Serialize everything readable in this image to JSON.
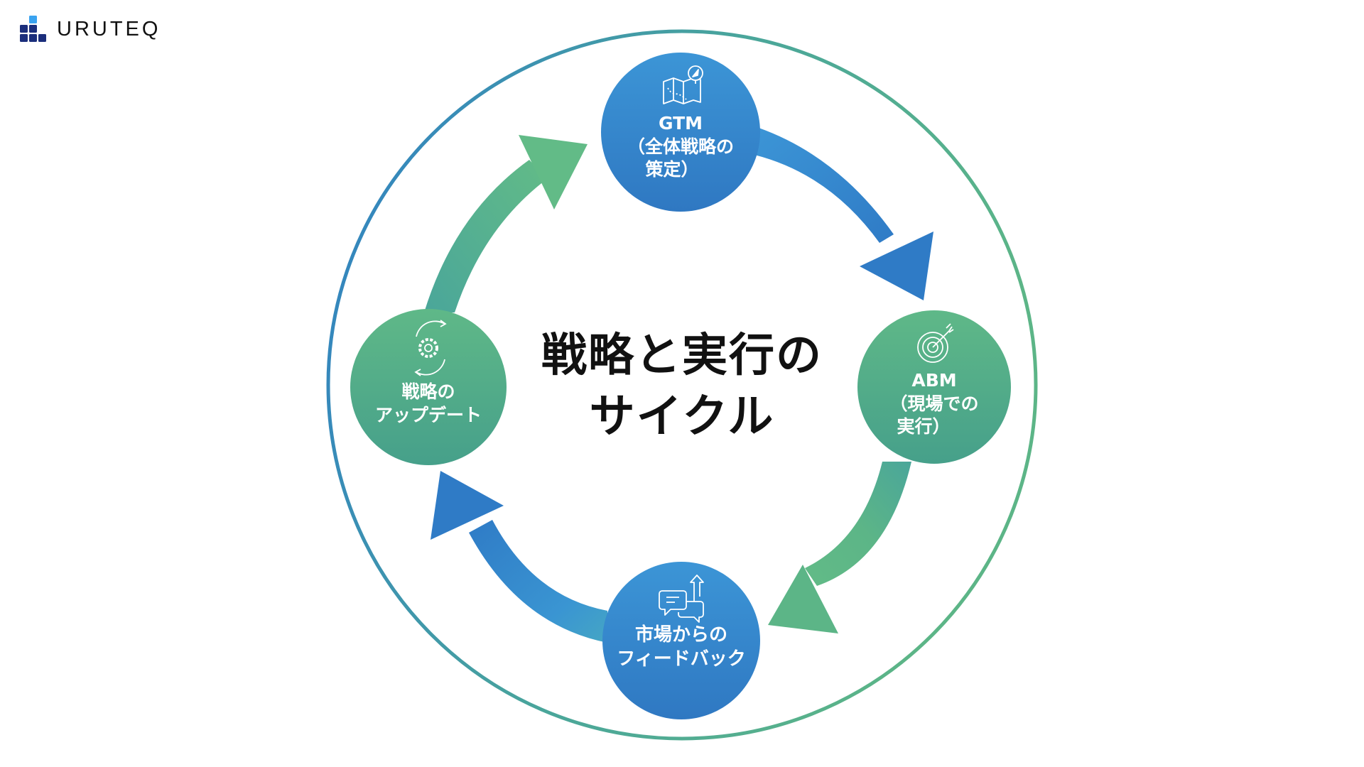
{
  "brand": {
    "name": "URUTEQ",
    "logo_icon": "stacked-blocks-logo-icon",
    "colors": {
      "light": "#3aa3f0",
      "dark": "#1b2e7c"
    }
  },
  "title": {
    "line1": "戦略と実行の",
    "line2": "サイクル"
  },
  "colors": {
    "blue": "#2f7fc6",
    "blue_light": "#3c95d6",
    "green": "#5cb587",
    "teal": "#4aa69a"
  },
  "nodes": [
    {
      "id": "gtm",
      "icon": "map-compass-icon",
      "lines": [
        "GTM",
        "（全体戦略の",
        "策定）"
      ],
      "color": "blue"
    },
    {
      "id": "abm",
      "icon": "target-arrow-icon",
      "lines": [
        "ABM",
        "（現場での",
        "実行）"
      ],
      "color": "green"
    },
    {
      "id": "feedback",
      "icon": "chat-feedback-up-icon",
      "lines": [
        "市場からの",
        "フィードバック"
      ],
      "color": "blue"
    },
    {
      "id": "update",
      "icon": "gear-refresh-icon",
      "lines": [
        "戦略の",
        "アップデート"
      ],
      "color": "green"
    }
  ],
  "arrows": [
    {
      "from": "gtm",
      "to": "abm",
      "color": "blue"
    },
    {
      "from": "abm",
      "to": "feedback",
      "color": "green"
    },
    {
      "from": "feedback",
      "to": "update",
      "color": "blue"
    },
    {
      "from": "update",
      "to": "gtm",
      "color": "green"
    }
  ]
}
